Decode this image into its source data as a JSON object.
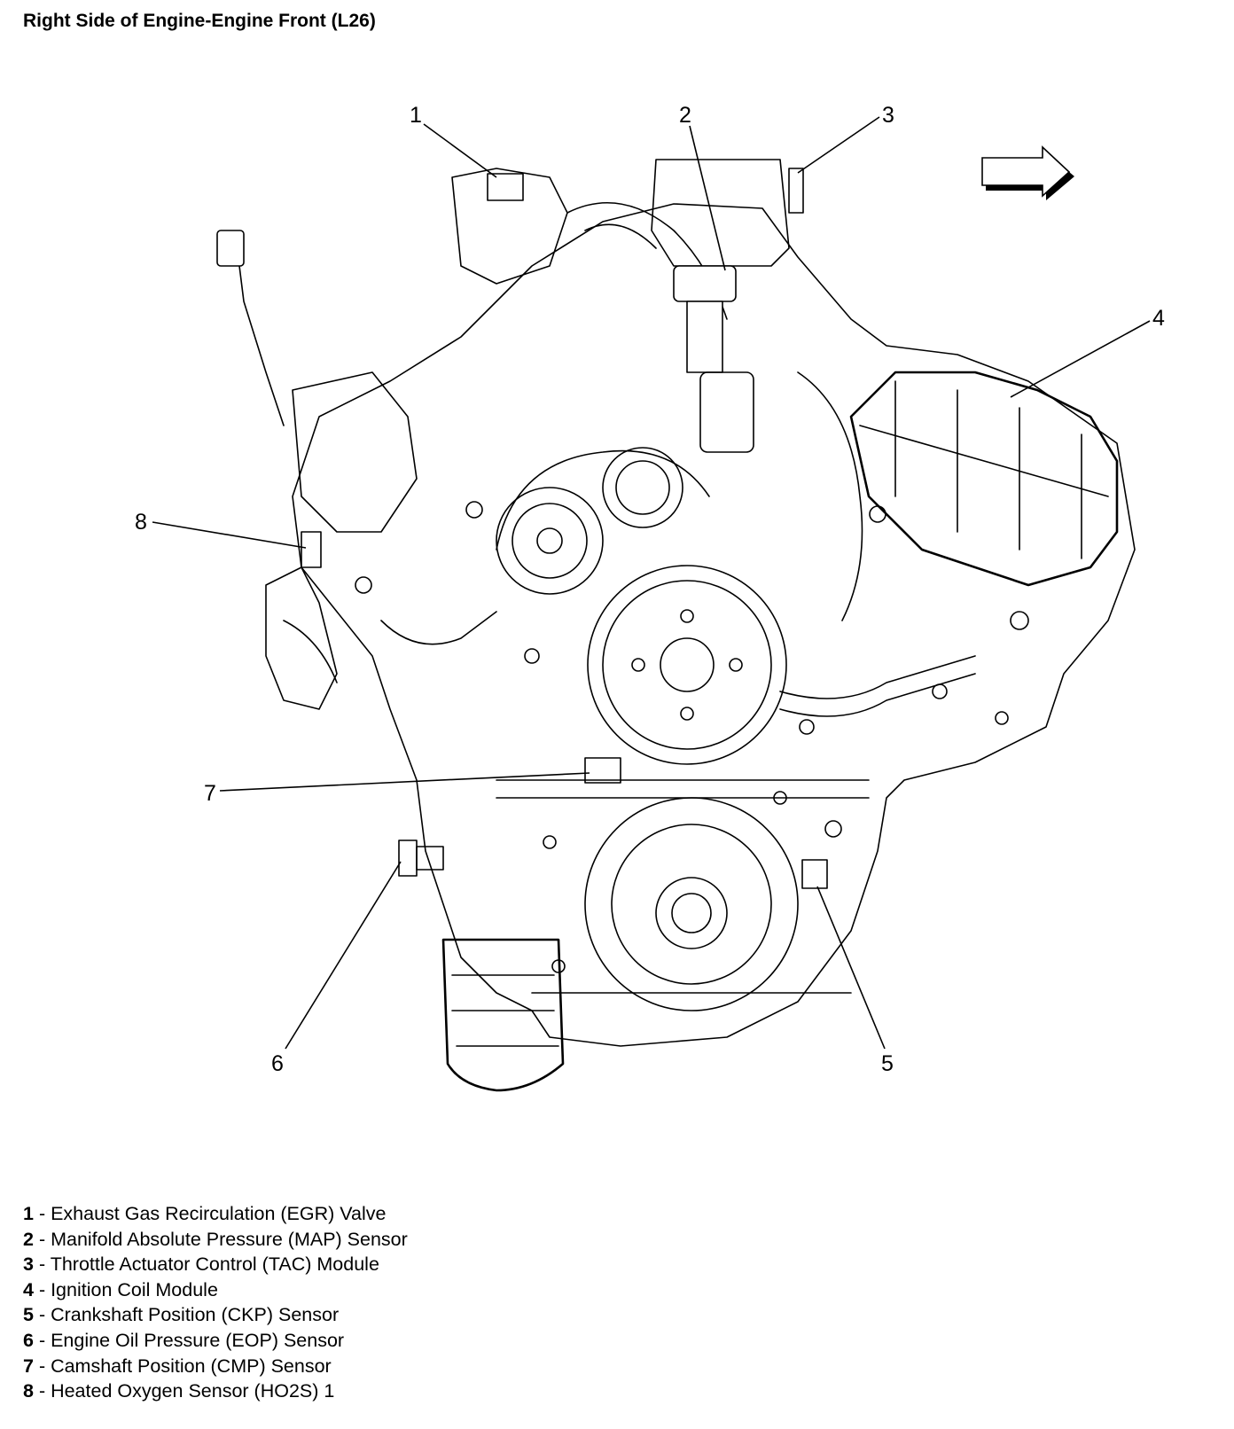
{
  "title": "Right Side of Engine-Engine Front (L26)",
  "diagram": {
    "subject": "engine-front-right-side-line-drawing",
    "direction_indicator": "right-arrow-icon",
    "callouts": [
      {
        "number": "1",
        "component": "egr-valve"
      },
      {
        "number": "2",
        "component": "map-sensor"
      },
      {
        "number": "3",
        "component": "tac-module"
      },
      {
        "number": "4",
        "component": "ignition-coil-module"
      },
      {
        "number": "5",
        "component": "ckp-sensor"
      },
      {
        "number": "6",
        "component": "eop-sensor"
      },
      {
        "number": "7",
        "component": "cmp-sensor"
      },
      {
        "number": "8",
        "component": "ho2s-1"
      }
    ]
  },
  "legend": [
    {
      "number": "1",
      "separator": " - ",
      "text": "Exhaust Gas Recirculation (EGR) Valve"
    },
    {
      "number": "2",
      "separator": " - ",
      "text": "Manifold Absolute Pressure (MAP) Sensor"
    },
    {
      "number": "3",
      "separator": " - ",
      "text": "Throttle Actuator Control (TAC) Module"
    },
    {
      "number": "4",
      "separator": " - ",
      "text": "Ignition Coil Module"
    },
    {
      "number": "5",
      "separator": " - ",
      "text": "Crankshaft Position (CKP) Sensor"
    },
    {
      "number": "6",
      "separator": " - ",
      "text": "Engine Oil Pressure (EOP) Sensor"
    },
    {
      "number": "7",
      "separator": " - ",
      "text": "Camshaft Position (CMP) Sensor"
    },
    {
      "number": "8",
      "separator": " - ",
      "text": "Heated Oxygen Sensor (HO2S) 1"
    }
  ]
}
